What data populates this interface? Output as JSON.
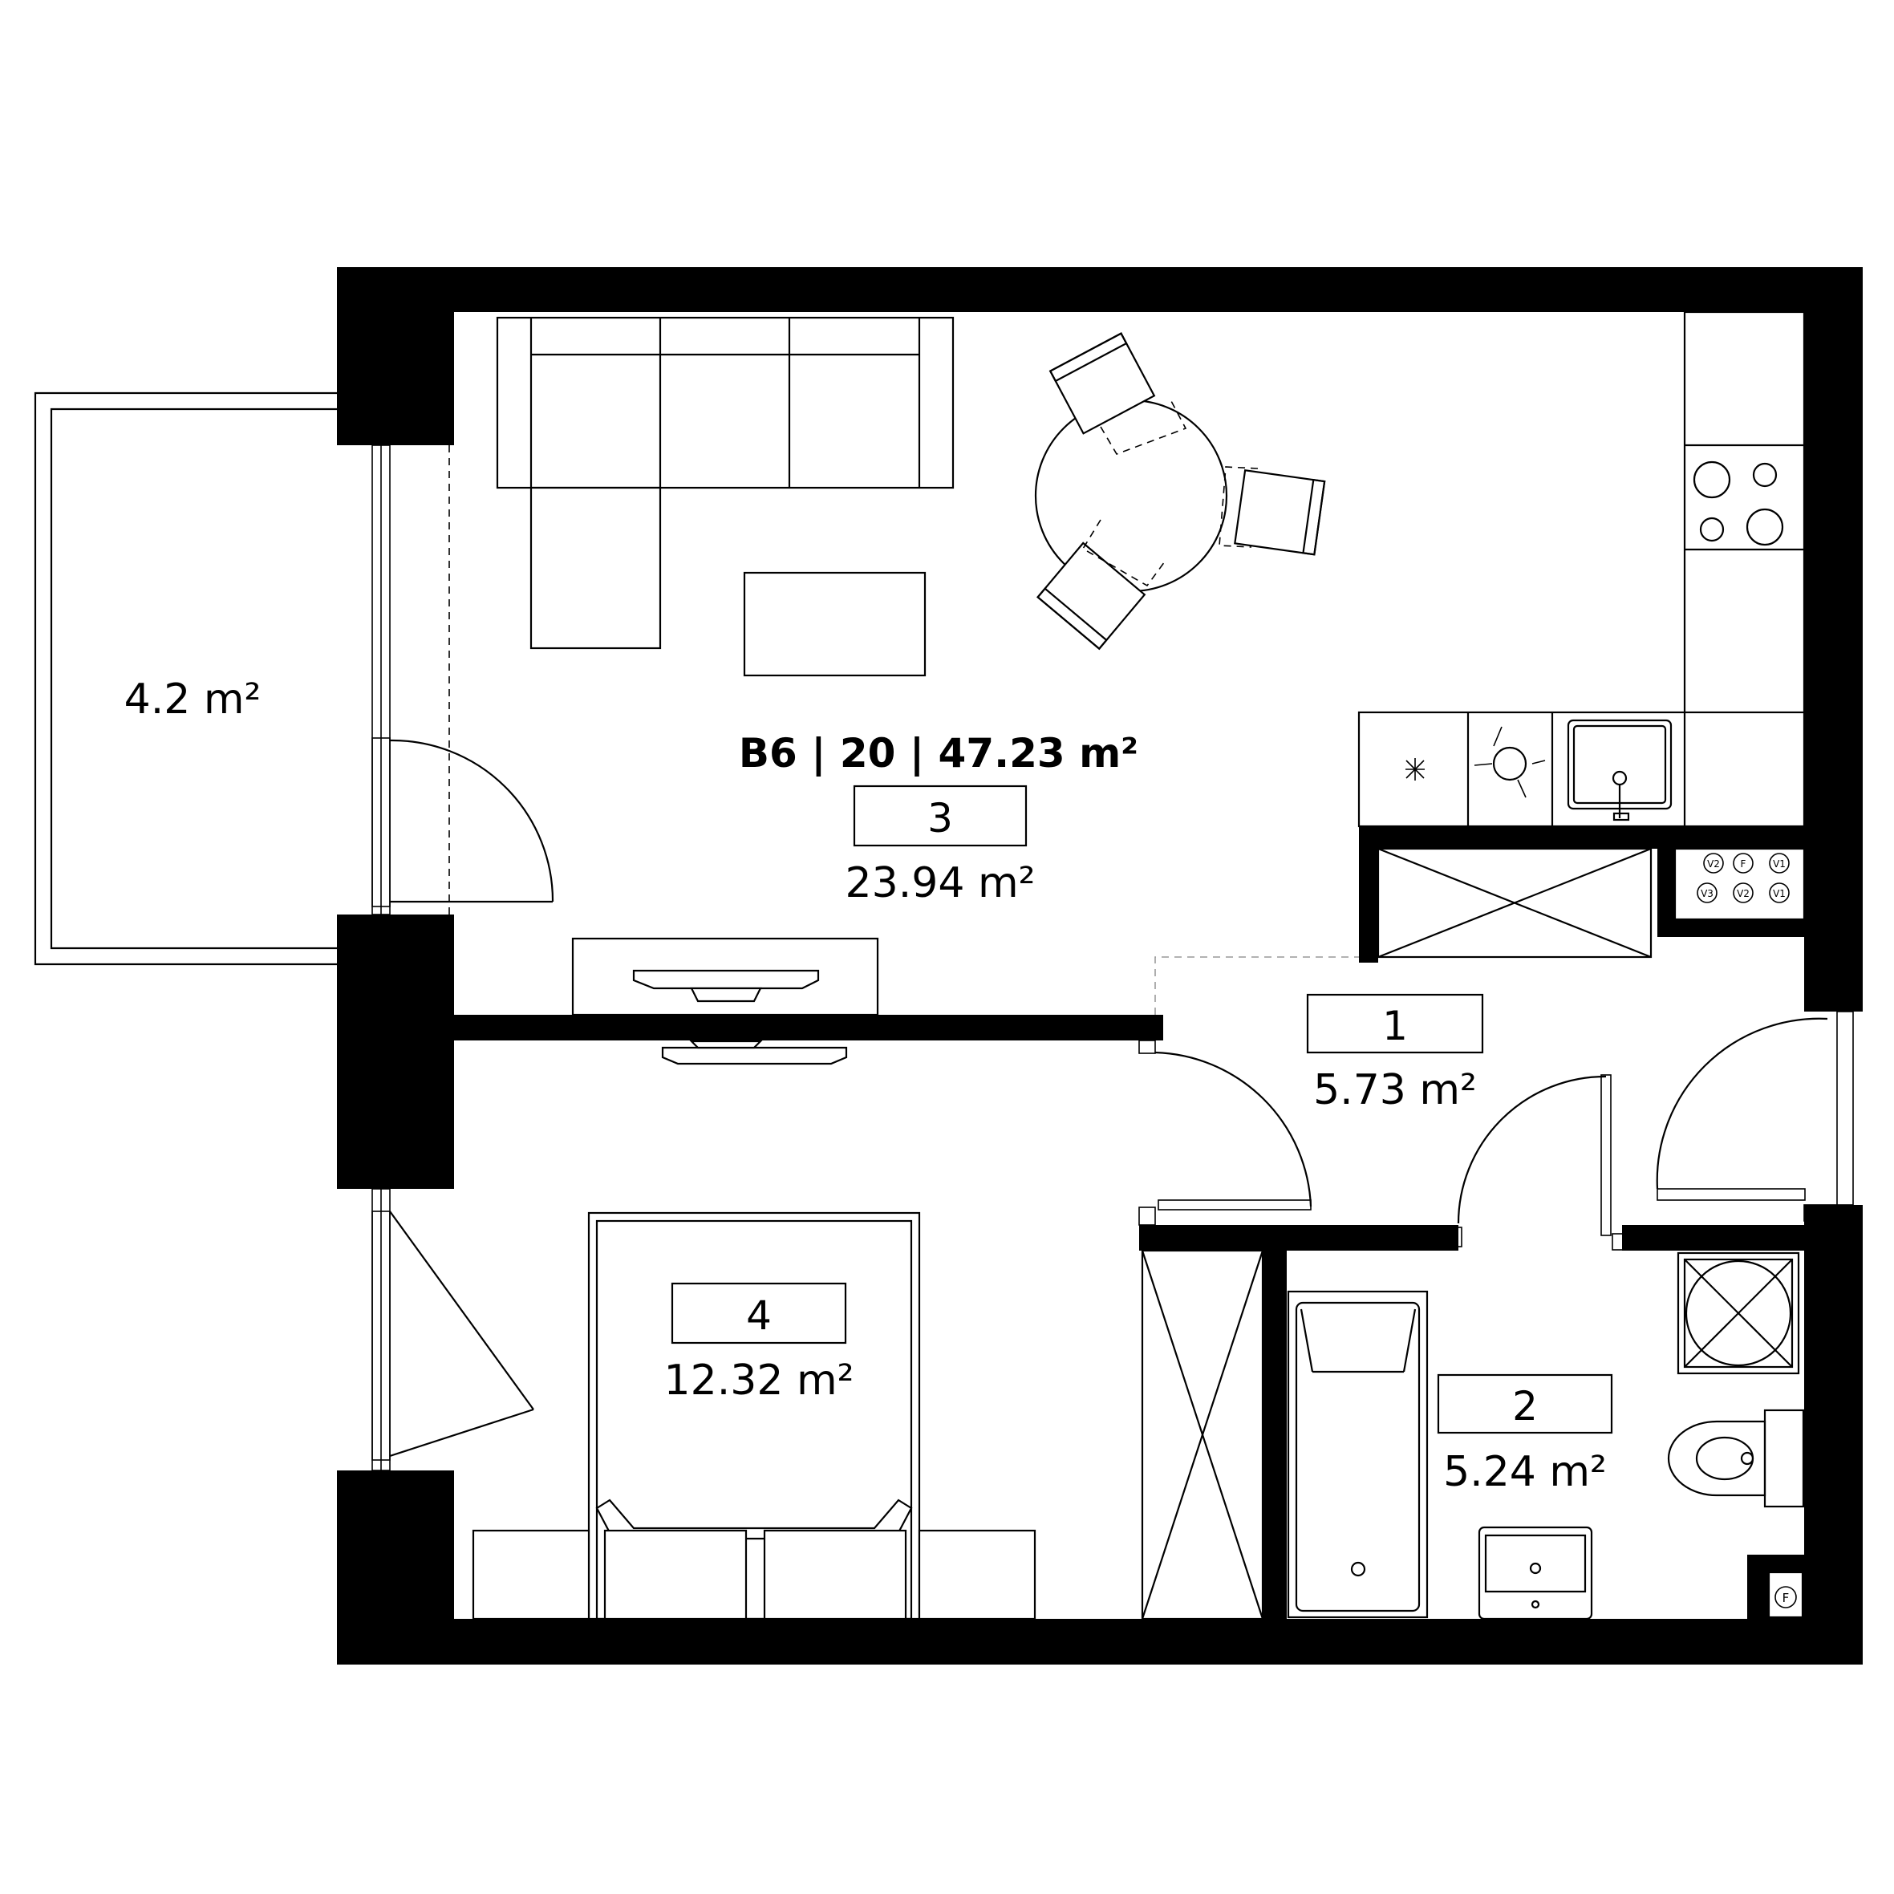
{
  "unit": {
    "title": "B6 | 20 | 47.23 m²"
  },
  "rooms": [
    {
      "number": "3",
      "area": "23.94 m²"
    },
    {
      "number": "1",
      "area": "5.73 m²"
    },
    {
      "number": "2",
      "area": "5.24 m²"
    },
    {
      "number": "4",
      "area": "12.32 m²"
    }
  ],
  "balcony": {
    "area": "4.2 m²"
  },
  "fixtures": {
    "vent_labels_top": [
      "V2",
      "F",
      "V1"
    ],
    "vent_labels_bottom": [
      "V3",
      "V2",
      "V1"
    ],
    "bath_vent_label": "F"
  }
}
